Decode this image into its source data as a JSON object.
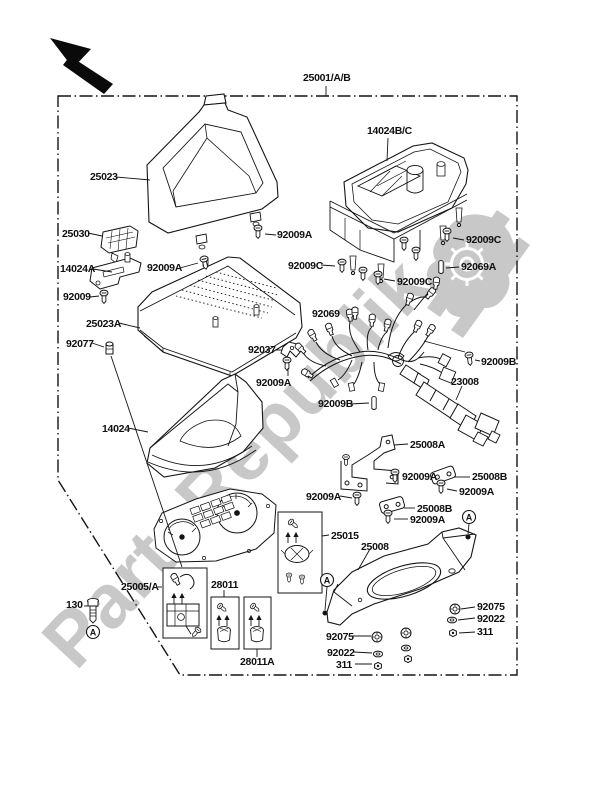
{
  "page": {
    "bg": "#ffffff",
    "ink": "#141414"
  },
  "watermark": {
    "text": "PartsRepublik",
    "color": "#c8c8c8"
  },
  "callout": {
    "letter": "A"
  },
  "part_labels": [
    "25001/A/B",
    "25023",
    "14024B/C",
    "92009A",
    "92009C",
    "92069A",
    "92009C",
    "92009C",
    "25030",
    "14024A",
    "92009A",
    "92009",
    "25023A",
    "92077",
    "92037",
    "92069",
    "92009A",
    "92009B",
    "92009B",
    "23008",
    "14024",
    "25008A",
    "92009A",
    "25008B",
    "92009A",
    "92009A",
    "25008B",
    "92009A",
    "25015",
    "25008",
    "25005/A",
    "28011",
    "130",
    "28011A",
    "92075",
    "92022",
    "311",
    "92075",
    "92022",
    "311"
  ]
}
